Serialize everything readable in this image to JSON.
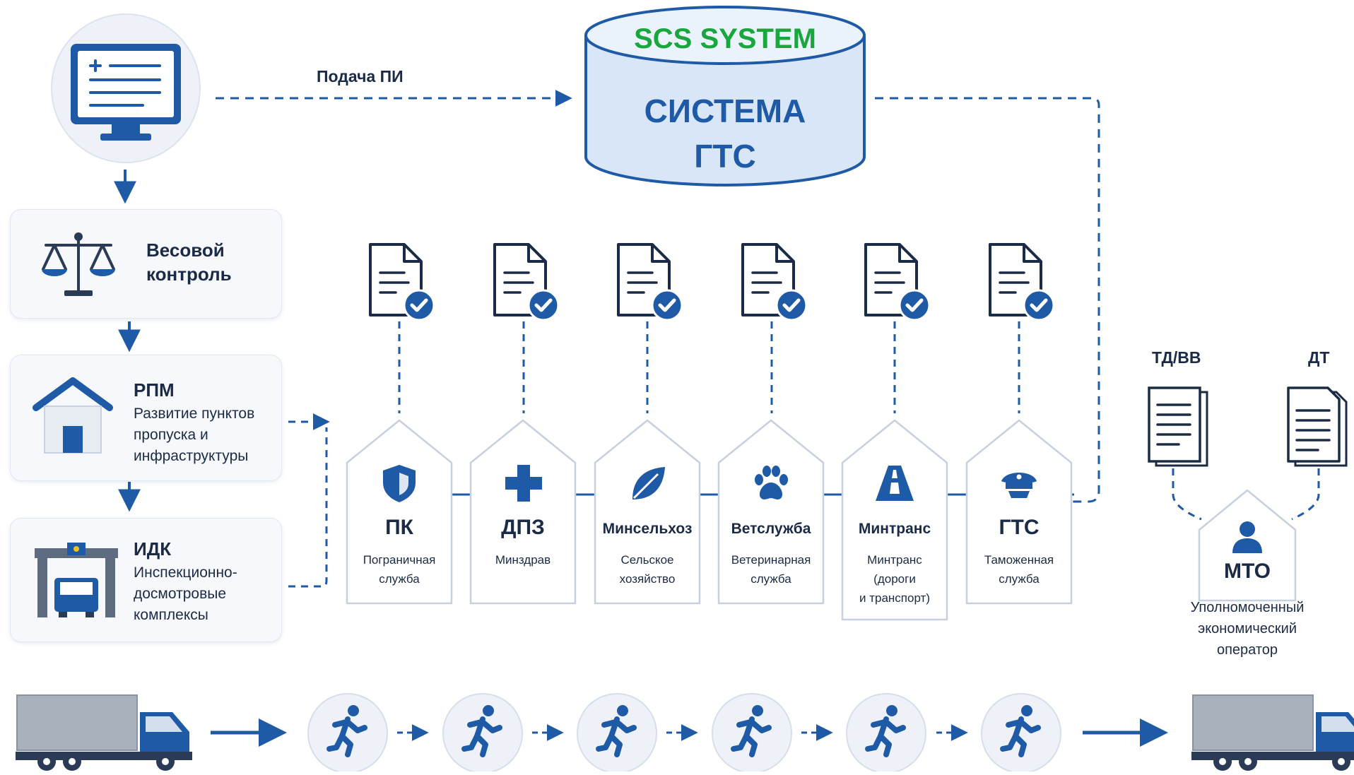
{
  "database": {
    "header": "SCS SYSTEM",
    "title_line1": "СИСТЕМА",
    "title_line2": "ГТС",
    "header_color": "#19a63c",
    "fill_color": "#d8e6f8"
  },
  "submit_label": "Подача ПИ",
  "accent_color": "#1e5aa6",
  "left_steps": [
    {
      "title": "Весовой\nконтроль",
      "icon": "scales-icon"
    },
    {
      "title": "РПМ",
      "subtitle": "Развитие пунктов\nпропуска и\nинфраструктуры",
      "icon": "building-icon"
    },
    {
      "title": "ИДК",
      "subtitle": "Инспекционно-\nдосмотровые\nкомплексы",
      "icon": "inspection-gate-icon"
    }
  ],
  "services": [
    {
      "code": "ПК",
      "desc": "Пограничная\nслужба",
      "icon": "shield-icon"
    },
    {
      "code": "ДПЗ",
      "desc": "Минздрав",
      "icon": "medical-cross-icon"
    },
    {
      "code": "Минсельхоз",
      "desc": "Сельское\nхозяйство",
      "icon": "leaf-icon"
    },
    {
      "code": "Ветслужба",
      "desc": "Ветеринарная\nслужба",
      "icon": "paw-icon"
    },
    {
      "code": "Минтранс",
      "desc": "Минтранс\n(дороги\nи транспорт)",
      "icon": "road-icon"
    },
    {
      "code": "ГТС",
      "desc": "Таможенная\nслужба",
      "icon": "officer-cap-icon"
    }
  ],
  "right_docs": {
    "doc1": "ТД/ВВ",
    "doc2": "ДТ"
  },
  "mto": {
    "code": "МТО",
    "desc": "Уполномоченный\nэкономический\nоператор",
    "icon": "person-icon"
  }
}
